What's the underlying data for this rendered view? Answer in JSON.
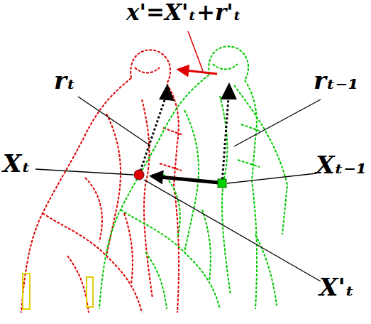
{
  "diagram": {
    "labels": [
      "x'=X'ₜ+r'ₜ",
      "rₜ",
      "rₜ₋₁",
      "Xₜ",
      "Xₜ₋₁",
      "X'ₜ"
    ]
  }
}
